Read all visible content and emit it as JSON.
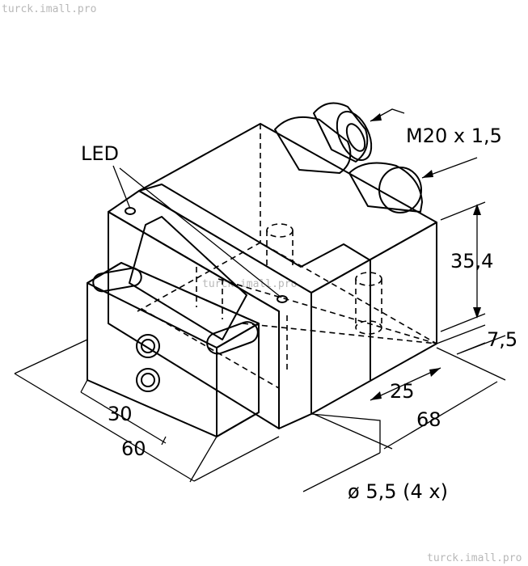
{
  "watermark": {
    "top_left": "turck.imall.pro",
    "center": "turck.imall.pro",
    "bottom_right": "turck.imall.pro"
  },
  "labels": {
    "led": "LED",
    "thread": "M20 x 1,5",
    "height": "35,4",
    "depth_small": "7,5",
    "d25": "25",
    "d68": "68",
    "d30": "30",
    "d60": "60",
    "hole": "ø 5,5 (4 x)"
  },
  "colors": {
    "housing": "#FFC800",
    "base": "#4D4D4D",
    "base_dark": "#333333",
    "outline": "#000000"
  }
}
